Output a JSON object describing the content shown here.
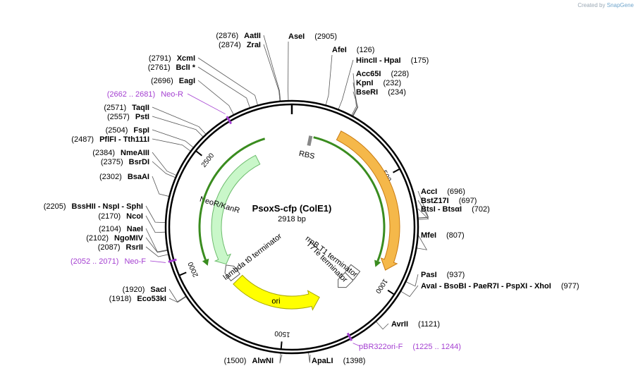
{
  "credit": {
    "prefix": "Created by",
    "brand": "SnapGene"
  },
  "plasmid": {
    "name": "PsoxS-cfp  (ColE1)",
    "size": "2918 bp",
    "length": 2918
  },
  "ticks": [
    {
      "pos": 500,
      "label": "500"
    },
    {
      "pos": 1000,
      "label": "1000"
    },
    {
      "pos": 1500,
      "label": "1500"
    },
    {
      "pos": 2000,
      "label": "2000"
    },
    {
      "pos": 2500,
      "label": "2500"
    }
  ],
  "features": [
    {
      "id": "rbs",
      "label": "RBS",
      "type": "rbs",
      "start": 95,
      "end": 110,
      "color": "#b0b0b0"
    },
    {
      "id": "orange-cds",
      "type": "cds",
      "start": 220,
      "end": 930,
      "r": 146,
      "color": "#f5b84a",
      "border": "#c97b12",
      "dir": 1
    },
    {
      "id": "green-arc-right",
      "type": "arc",
      "start": 110,
      "end": 905,
      "r": 131,
      "color": "#3a8c1f",
      "dir": 1
    },
    {
      "id": "rrnb",
      "label": "rrnB T1 terminator",
      "type": "terminator",
      "pos": 1030
    },
    {
      "id": "t7te",
      "label": "T7Te terminator",
      "type": "terminator",
      "pos": 1095
    },
    {
      "id": "ori",
      "label": "ori",
      "type": "ori",
      "start": 1285,
      "end": 1830,
      "color": "#ffff00",
      "border": "#a7a700",
      "dir": -1
    },
    {
      "id": "lambda",
      "label": "lambda t0 terminator",
      "type": "terminator",
      "pos": 1885
    },
    {
      "id": "neokanr",
      "label": "NeoR/KanR",
      "type": "cds",
      "start": 1950,
      "end": 2700,
      "r": 107,
      "color": "#c9f7c9",
      "border": "#6cbc6c",
      "dir": -1
    },
    {
      "id": "green-arc-left",
      "type": "arc",
      "start": 2020,
      "end": 2780,
      "r": 131,
      "color": "#3a8c1f",
      "dir": -1
    }
  ],
  "sites": [
    {
      "name": "AseI",
      "pos": 2905,
      "num": "(2905)",
      "side": "top"
    },
    {
      "name": "AfeI",
      "pos": 126,
      "num": "(126)",
      "side": "top"
    },
    {
      "name": "HincII  -  HpaI",
      "pos": 175,
      "num": "(175)",
      "side": "right"
    },
    {
      "name": "Acc65I",
      "pos": 228,
      "num": "(228)",
      "side": "right"
    },
    {
      "name": "KpnI",
      "pos": 232,
      "num": "(232)",
      "side": "right"
    },
    {
      "name": "BseRI",
      "pos": 234,
      "num": "(234)",
      "side": "right"
    },
    {
      "name": "AccI",
      "pos": 696,
      "num": "(696)",
      "side": "right"
    },
    {
      "name": "BstZ17I",
      "pos": 697,
      "num": "(697)",
      "side": "right"
    },
    {
      "name": "BtsI  -  BtsαI",
      "pos": 702,
      "num": "(702)",
      "side": "right"
    },
    {
      "name": "MfeI",
      "pos": 807,
      "num": "(807)",
      "side": "right"
    },
    {
      "name": "PasI",
      "pos": 937,
      "num": "(937)",
      "side": "right"
    },
    {
      "name": "AvaI  -  BsoBI  -  PaeR7I  -  PspXI  -  XhoI",
      "pos": 977,
      "num": "(977)",
      "side": "right"
    },
    {
      "name": "AvrII",
      "pos": 1121,
      "num": "(1121)",
      "side": "right"
    },
    {
      "name": "ApaLI",
      "pos": 1398,
      "num": "(1398)",
      "side": "bottom"
    },
    {
      "name": "AlwNI",
      "pos": 1500,
      "num": "(1500)",
      "side": "bottomleft"
    },
    {
      "name": "Eco53kI",
      "pos": 1918,
      "num": "(1918)",
      "side": "left"
    },
    {
      "name": "SacI",
      "pos": 1920,
      "num": "(1920)",
      "side": "left"
    },
    {
      "name": "RsrII",
      "pos": 2087,
      "num": "(2087)",
      "side": "left"
    },
    {
      "name": "NgoMIV",
      "pos": 2102,
      "num": "(2102)",
      "side": "left"
    },
    {
      "name": "NaeI",
      "pos": 2104,
      "num": "(2104)",
      "side": "left"
    },
    {
      "name": "NcoI",
      "pos": 2170,
      "num": "(2170)",
      "side": "left"
    },
    {
      "name": "BssHII  -  NspI  -  SphI",
      "pos": 2205,
      "num": "(2205)",
      "side": "left"
    },
    {
      "name": "BsaAI",
      "pos": 2302,
      "num": "(2302)",
      "side": "left"
    },
    {
      "name": "BsrDI",
      "pos": 2375,
      "num": "(2375)",
      "side": "left"
    },
    {
      "name": "NmeAIII",
      "pos": 2384,
      "num": "(2384)",
      "side": "left"
    },
    {
      "name": "PflFI  -  Tth111I",
      "pos": 2487,
      "num": "(2487)",
      "side": "left"
    },
    {
      "name": "FspI",
      "pos": 2504,
      "num": "(2504)",
      "side": "left"
    },
    {
      "name": "PstI",
      "pos": 2557,
      "num": "(2557)",
      "side": "left"
    },
    {
      "name": "TaqII",
      "pos": 2571,
      "num": "(2571)",
      "side": "left"
    },
    {
      "name": "EagI",
      "pos": 2696,
      "num": "(2696)",
      "side": "left"
    },
    {
      "name": "BclI *",
      "pos": 2761,
      "num": "(2761)",
      "side": "left"
    },
    {
      "name": "XcmI",
      "pos": 2791,
      "num": "(2791)",
      "side": "left"
    },
    {
      "name": "ZraI",
      "pos": 2874,
      "num": "(2874)",
      "side": "left"
    },
    {
      "name": "AatII",
      "pos": 2876,
      "num": "(2876)",
      "side": "left"
    }
  ],
  "primers": [
    {
      "name": "Neo-R",
      "range": "(2662 .. 2681)",
      "pos": 2671,
      "side": "left"
    },
    {
      "name": "Neo-F",
      "range": "(2052 .. 2071)",
      "pos": 2061,
      "side": "left"
    },
    {
      "name": "pBR322ori-F",
      "range": "(1225 .. 1244)",
      "pos": 1234,
      "side": "right"
    }
  ]
}
